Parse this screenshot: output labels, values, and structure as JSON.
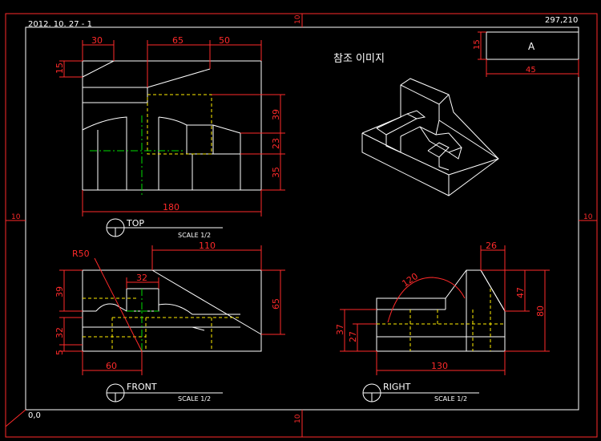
{
  "sheet": {
    "date": "2012. 10. 27 - 1",
    "size": "297,210",
    "origin": "0,0",
    "margin_top": "10",
    "margin_bottom": "10",
    "margin_left": "10",
    "margin_right": "10"
  },
  "title_block": {
    "label": "A",
    "height_dim": "15",
    "width_dim": "45"
  },
  "reference": {
    "title": "참조 이미지"
  },
  "top_view": {
    "label": "TOP",
    "scale": "SCALE 1/2",
    "dims": {
      "d30": "30",
      "d65": "65",
      "d50": "50",
      "d15": "15",
      "d39": "39",
      "d23": "23",
      "d35": "35",
      "d180": "180"
    }
  },
  "front_view": {
    "label": "FRONT",
    "scale": "SCALE 1/2",
    "dims": {
      "r50": "R50",
      "d110": "110",
      "d32": "32",
      "d39": "39",
      "d32b": "32",
      "d5": "5",
      "d65": "65",
      "d60": "60"
    }
  },
  "right_view": {
    "label": "RIGHT",
    "scale": "SCALE 1/2",
    "dims": {
      "d26": "26",
      "d120": "120",
      "d47": "47",
      "d80": "80",
      "d37": "37",
      "d27": "27",
      "d130": "130"
    }
  },
  "colors": {
    "outline": "#ffffff",
    "dimension": "#ff2a2a",
    "hidden": "#ffee00",
    "center": "#00dd00"
  }
}
